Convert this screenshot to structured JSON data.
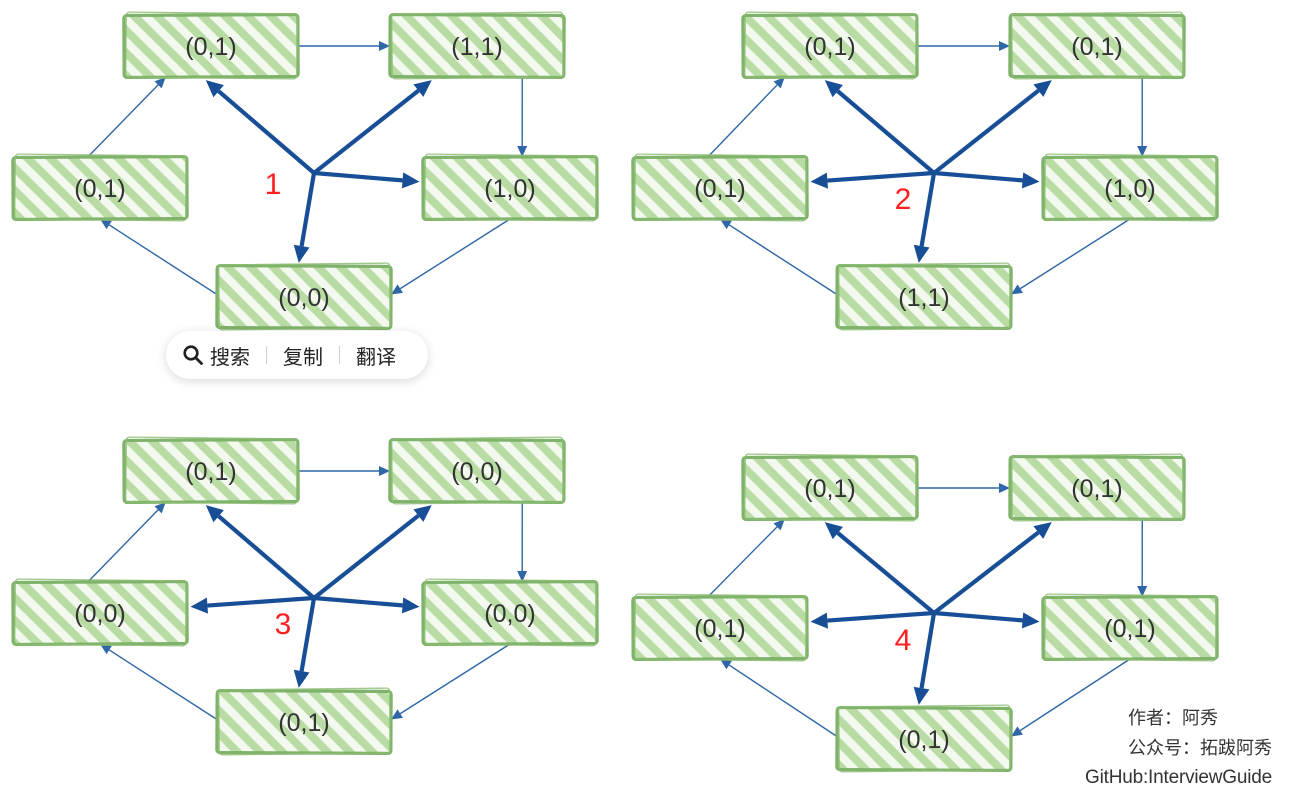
{
  "diagrams": [
    {
      "step": "1",
      "nodes": {
        "top_left": "(0,1)",
        "top_right": "(1,1)",
        "left": "(0,1)",
        "right": "(1,0)",
        "bottom": "(0,0)"
      },
      "center_targets": [
        "top_left",
        "top_right",
        "right",
        "bottom"
      ]
    },
    {
      "step": "2",
      "nodes": {
        "top_left": "(0,1)",
        "top_right": "(0,1)",
        "left": "(0,1)",
        "right": "(1,0)",
        "bottom": "(1,1)"
      },
      "center_targets": [
        "top_left",
        "top_right",
        "right",
        "bottom",
        "left"
      ]
    },
    {
      "step": "3",
      "nodes": {
        "top_left": "(0,1)",
        "top_right": "(0,0)",
        "left": "(0,0)",
        "right": "(0,0)",
        "bottom": "(0,1)"
      },
      "center_targets": [
        "top_left",
        "top_right",
        "right",
        "bottom",
        "left"
      ]
    },
    {
      "step": "4",
      "nodes": {
        "top_left": "(0,1)",
        "top_right": "(0,1)",
        "left": "(0,1)",
        "right": "(0,1)",
        "bottom": "(0,1)"
      },
      "center_targets": [
        "top_left",
        "top_right",
        "right",
        "bottom",
        "left"
      ]
    }
  ],
  "ring_order": [
    "top_left",
    "top_right",
    "right",
    "bottom",
    "left"
  ],
  "toolbar": {
    "search_icon": "search-icon",
    "search": "搜索",
    "copy": "复制",
    "translate": "翻译"
  },
  "credits": {
    "author": "作者：阿秀",
    "account": "公众号：拓跋阿秀",
    "github": "GitHub:InterviewGuide"
  },
  "colors": {
    "node_border": "#7fb26a",
    "node_hatch": "#a9d291",
    "arrow": "#174e96",
    "step_label": "#ff1f1f"
  }
}
